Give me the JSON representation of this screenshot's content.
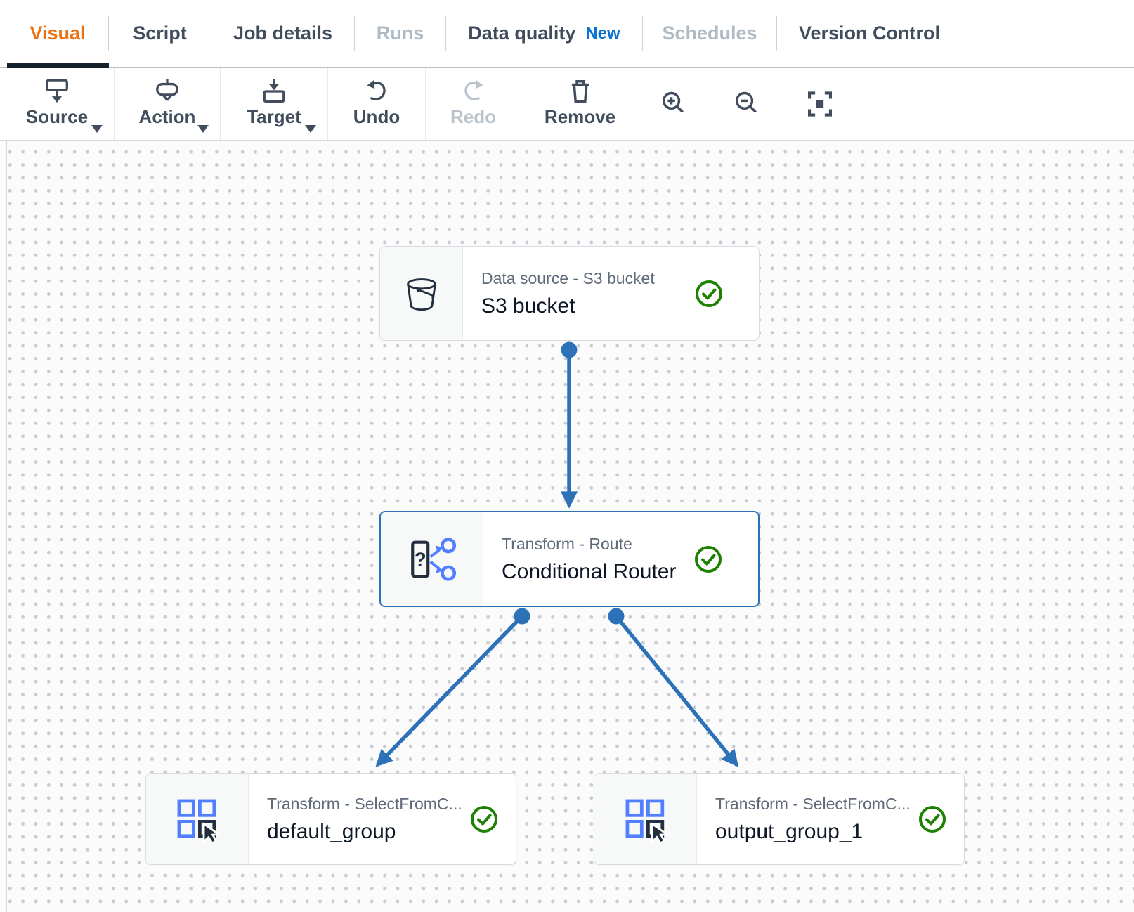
{
  "tabs": [
    {
      "label": "Visual",
      "state": "active"
    },
    {
      "label": "Script",
      "state": "default"
    },
    {
      "label": "Job details",
      "state": "default"
    },
    {
      "label": "Runs",
      "state": "disabled"
    },
    {
      "label": "Data quality",
      "state": "default",
      "badge": "New"
    },
    {
      "label": "Schedules",
      "state": "disabled"
    },
    {
      "label": "Version Control",
      "state": "default"
    }
  ],
  "toolbar": {
    "buttons": [
      {
        "label": "Source",
        "icon": "source-icon",
        "dropdown": true,
        "enabled": true
      },
      {
        "label": "Action",
        "icon": "action-icon",
        "dropdown": true,
        "enabled": true
      },
      {
        "label": "Target",
        "icon": "target-icon",
        "dropdown": true,
        "enabled": true
      },
      {
        "label": "Undo",
        "icon": "undo-icon",
        "dropdown": false,
        "enabled": true
      },
      {
        "label": "Redo",
        "icon": "redo-icon",
        "dropdown": false,
        "enabled": false
      },
      {
        "label": "Remove",
        "icon": "trash-icon",
        "dropdown": false,
        "enabled": true
      }
    ],
    "zoom_controls": [
      "zoom-in",
      "zoom-out",
      "fit-to-screen"
    ]
  },
  "canvas": {
    "nodes": [
      {
        "type_label": "Data source - S3 bucket",
        "name": "S3 bucket",
        "icon": "s3-bucket-icon",
        "status": "valid",
        "selected": false
      },
      {
        "type_label": "Transform - Route",
        "name": "Conditional Router",
        "icon": "conditional-router-icon",
        "status": "valid",
        "selected": true
      },
      {
        "type_label": "Transform - SelectFromC...",
        "name": "default_group",
        "icon": "select-from-collection-icon",
        "status": "valid",
        "selected": false
      },
      {
        "type_label": "Transform - SelectFromC...",
        "name": "output_group_1",
        "icon": "select-from-collection-icon",
        "status": "valid",
        "selected": false
      }
    ],
    "edges": [
      {
        "from": "S3 bucket",
        "to": "Conditional Router"
      },
      {
        "from": "Conditional Router",
        "to": "default_group"
      },
      {
        "from": "Conditional Router",
        "to": "output_group_1"
      }
    ]
  },
  "colors": {
    "active_tab_orange": "#ec7211",
    "badge_new_blue": "#0972d3",
    "edge_blue": "#2d72b8",
    "icon_blue": "#527fff",
    "success_green": "#1d8102",
    "dark_navy": "#232f3e"
  }
}
